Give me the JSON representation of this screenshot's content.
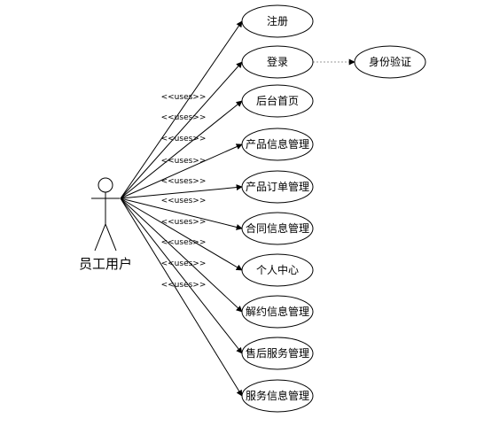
{
  "diagram": {
    "actor": {
      "label": "员工用户",
      "icon": "stick-figure-icon"
    },
    "stereotype": "<<uses>>",
    "use_cases": [
      {
        "id": "register",
        "label": "注册"
      },
      {
        "id": "login",
        "label": "登录"
      },
      {
        "id": "home",
        "label": "后台首页"
      },
      {
        "id": "product-info",
        "label": "产品信息管理"
      },
      {
        "id": "product-order",
        "label": "产品订单管理"
      },
      {
        "id": "contract-info",
        "label": "合同信息管理"
      },
      {
        "id": "personal-center",
        "label": "个人中心"
      },
      {
        "id": "termination-info",
        "label": "解约信息管理"
      },
      {
        "id": "after-sales",
        "label": "售后服务管理"
      },
      {
        "id": "service-info",
        "label": "服务信息管理"
      }
    ],
    "extension": {
      "from": "login",
      "label": "身份验证"
    },
    "colors": {
      "line": "#000000",
      "dashed": "#999999",
      "fill": "#ffffff"
    }
  }
}
